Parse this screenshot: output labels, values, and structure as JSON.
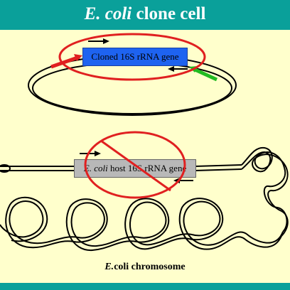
{
  "header": {
    "title_italic": "E. coli",
    "title_rest": " clone cell"
  },
  "plasmid": {
    "gene_label": "Cloned 16S rRNA gene"
  },
  "chromosome": {
    "gene_label_italic": "E. coli",
    "gene_label_rest": " host 16S rRNA gene",
    "label_italic": "E.",
    "label_rest": "coli chromosome"
  },
  "colors": {
    "header_band": "#0aa09a",
    "background": "#ffffcc",
    "plasmid_gene_box": "#1e63f0",
    "host_gene_box": "#b8b8b8",
    "highlight_ring": "#e02020",
    "forward_primer_mark": "#e02020",
    "reverse_primer_mark": "#22bb22",
    "primer_arrows": "#000000"
  }
}
